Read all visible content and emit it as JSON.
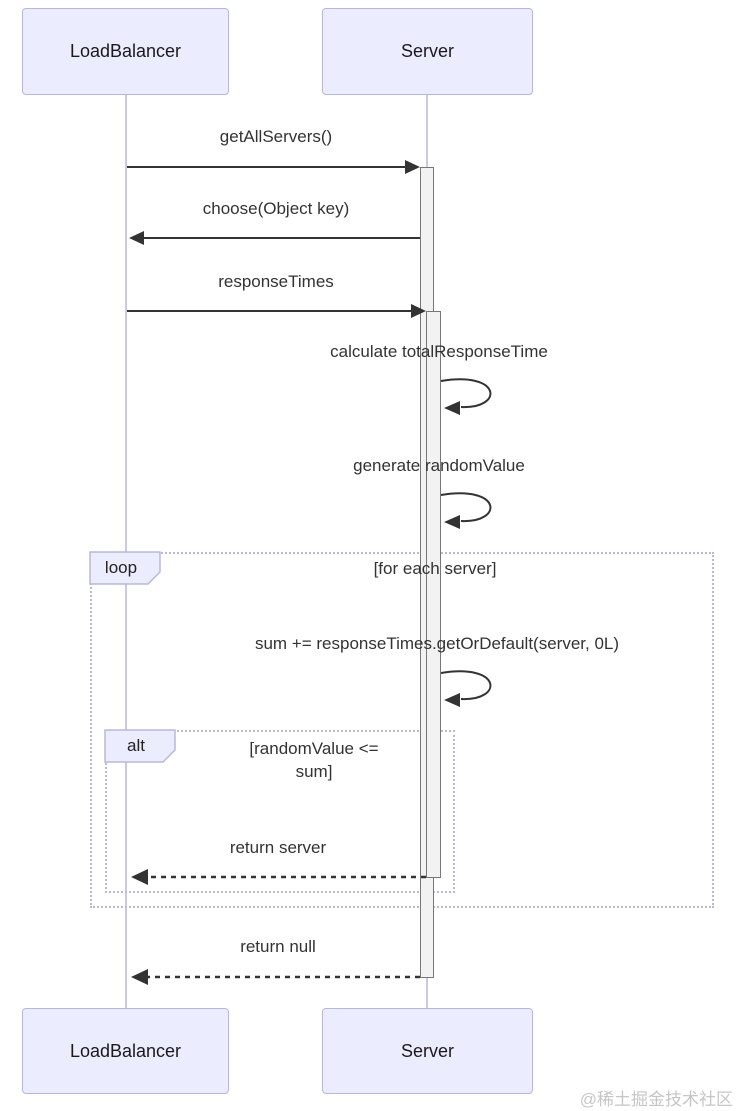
{
  "diagram_type": "sequence",
  "colors": {
    "actor_fill": "#ECECFF",
    "actor_border": "#b7b7dd",
    "lifeline": "#c9c9e4",
    "activation_fill": "#f2f2f2",
    "activation_border": "#777777",
    "arrow": "#333333",
    "frame_border": "#b8b8d9",
    "frame_label_fill": "#ECECFF",
    "text": "#333333",
    "watermark": "#c6c6c6"
  },
  "actors": {
    "loadbalancer": "LoadBalancer",
    "server": "Server"
  },
  "messages": {
    "get_all_servers": "getAllServers()",
    "choose": "choose(Object key)",
    "response_times": "responseTimes",
    "calc_total": "calculate totalResponseTime",
    "gen_random": "generate randomValue",
    "sum_line": "sum += responseTimes.getOrDefault(server, 0L)",
    "return_server": "return server",
    "return_null": "return null"
  },
  "frames": {
    "loop": {
      "label": "loop",
      "condition": "[for each server]"
    },
    "alt": {
      "label": "alt",
      "condition": "[randomValue <= sum]"
    }
  },
  "watermark": "@稀土掘金技术社区"
}
